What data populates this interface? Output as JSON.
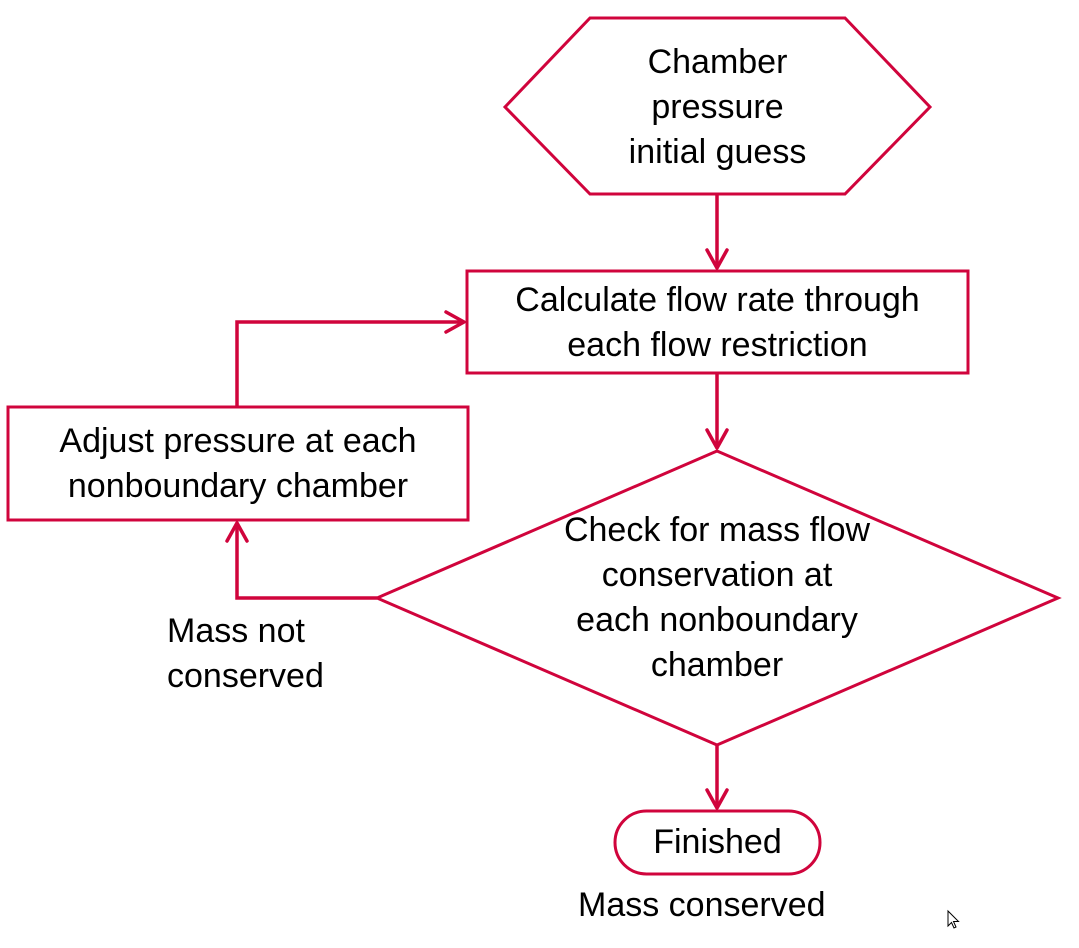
{
  "diagram": {
    "accent_color": "#D0043C",
    "nodes": {
      "start": {
        "type": "hexagon",
        "label": "Chamber\npressure\ninitial guess"
      },
      "calculate": {
        "type": "process",
        "label": "Calculate flow rate through\neach flow restriction"
      },
      "adjust": {
        "type": "process",
        "label": "Adjust pressure at each\nnonboundary chamber"
      },
      "check": {
        "type": "decision",
        "label": "Check for mass flow\nconservation at\neach nonboundary\nchamber"
      },
      "finished": {
        "type": "terminator",
        "label": "Finished"
      }
    },
    "edges": [
      {
        "from": "start",
        "to": "calculate",
        "label": ""
      },
      {
        "from": "calculate",
        "to": "check",
        "label": ""
      },
      {
        "from": "check",
        "to": "adjust",
        "label": "Mass not\nconserved"
      },
      {
        "from": "adjust",
        "to": "calculate",
        "label": ""
      },
      {
        "from": "check",
        "to": "finished",
        "label": "Mass conserved"
      }
    ]
  },
  "cursor": {
    "icon": "mouse-pointer-icon"
  }
}
